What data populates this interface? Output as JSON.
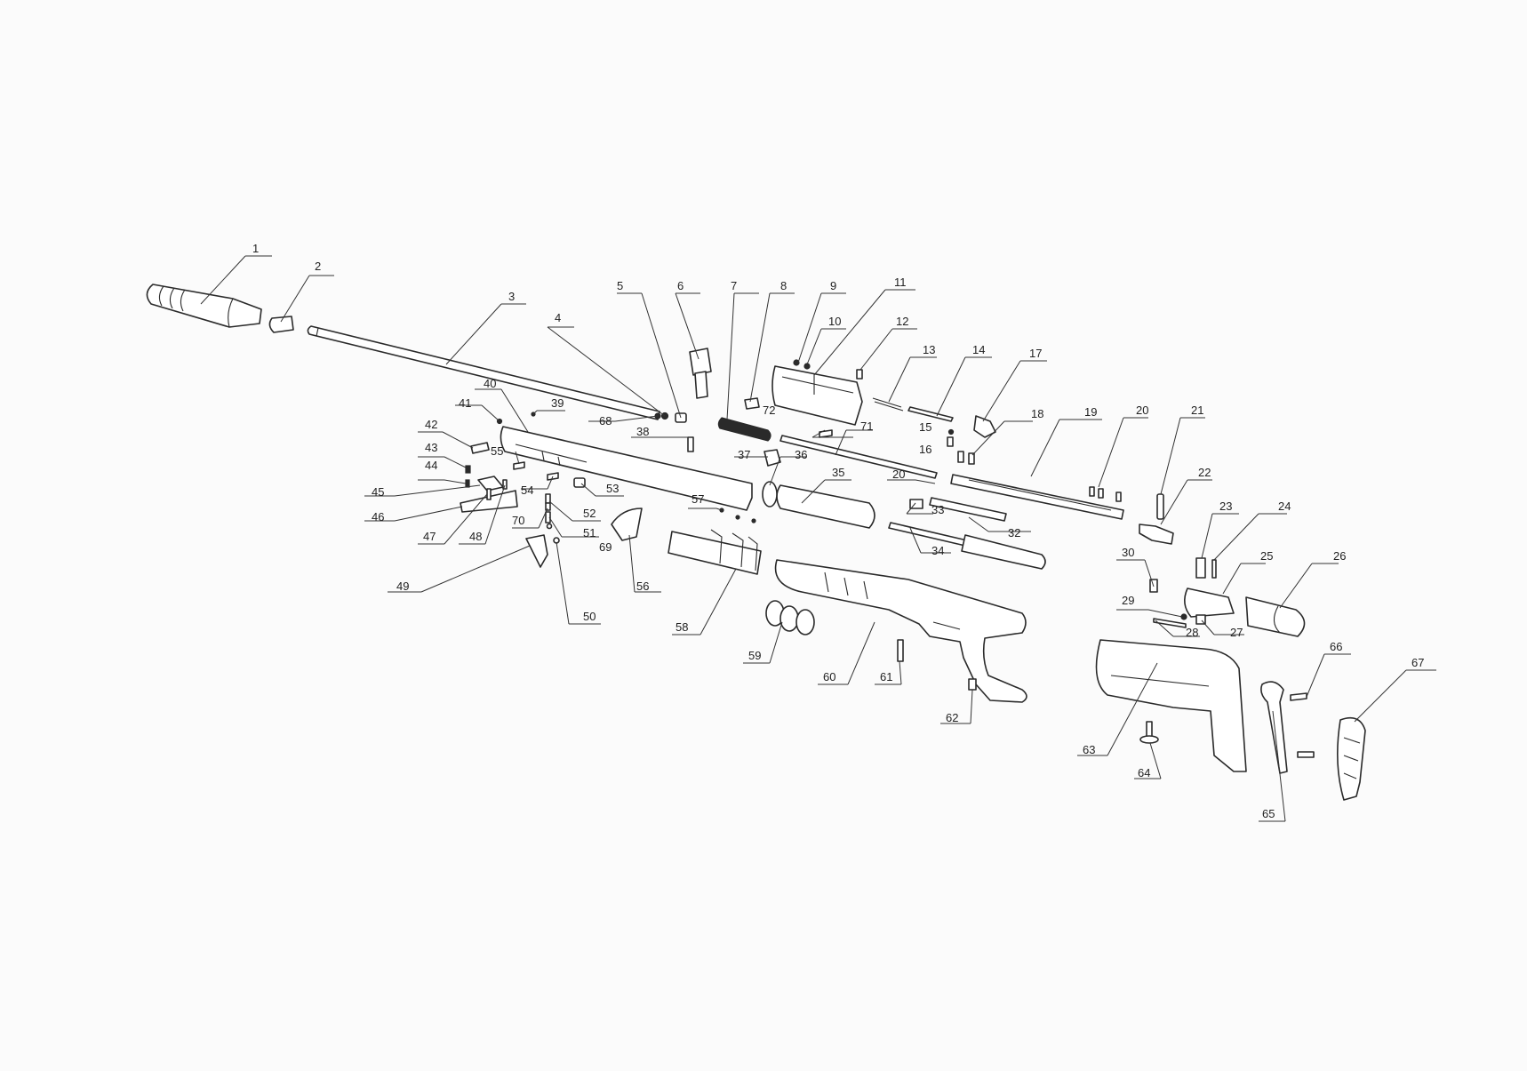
{
  "colors": {
    "background": "#fbfbfb",
    "line": "#2a2a2a",
    "text": "#222222"
  },
  "callouts": {
    "c1": "1",
    "c2": "2",
    "c3": "3",
    "c4": "4",
    "c5": "5",
    "c6": "6",
    "c7": "7",
    "c8": "8",
    "c9": "9",
    "c10": "10",
    "c11": "11",
    "c12": "12",
    "c13": "13",
    "c14": "14",
    "c15": "15",
    "c16": "16",
    "c17": "17",
    "c18": "18",
    "c19": "19",
    "c20a": "20",
    "c20b": "20",
    "c21": "21",
    "c22": "22",
    "c23": "23",
    "c24": "24",
    "c25": "25",
    "c26": "26",
    "c27": "27",
    "c28": "28",
    "c29": "29",
    "c30": "30",
    "c32": "32",
    "c33": "33",
    "c34": "34",
    "c35": "35",
    "c36": "36",
    "c37": "37",
    "c38": "38",
    "c39": "39",
    "c40": "40",
    "c41": "41",
    "c42": "42",
    "c43": "43",
    "c44": "44",
    "c45": "45",
    "c46": "46",
    "c47": "47",
    "c48": "48",
    "c49": "49",
    "c50": "50",
    "c51": "51",
    "c52": "52",
    "c53": "53",
    "c54": "54",
    "c55": "55",
    "c56": "56",
    "c57": "57",
    "c58": "58",
    "c59": "59",
    "c60": "60",
    "c61": "61",
    "c62": "62",
    "c63": "63",
    "c64": "64",
    "c65": "65",
    "c66": "66",
    "c67": "67",
    "c68": "68",
    "c69": "69",
    "c70": "70",
    "c71": "71",
    "c72": "72"
  }
}
